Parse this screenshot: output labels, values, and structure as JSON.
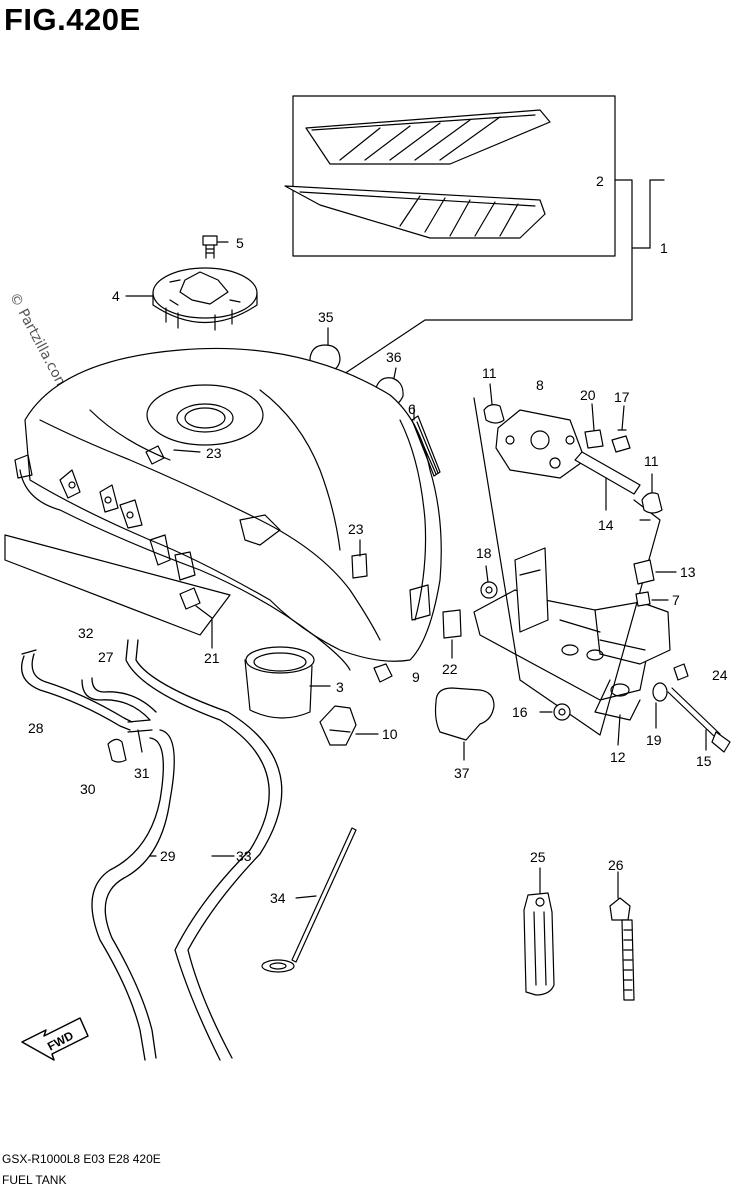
{
  "figure": {
    "title": "FIG.420E",
    "watermark": "© Partzilla.com",
    "model_code": "GSX-R1000L8  E03  E28  420E",
    "section_name": "FUEL TANK",
    "direction_badge": "FWD"
  },
  "callouts": {
    "c1": "1",
    "c2": "2",
    "c3": "3",
    "c4": "4",
    "c5": "5",
    "c6": "6",
    "c7": "7",
    "c8": "8",
    "c9": "9",
    "c10": "10",
    "c11a": "11",
    "c11b": "11",
    "c12": "12",
    "c13": "13",
    "c14": "14",
    "c15": "15",
    "c16": "16",
    "c17": "17",
    "c18": "18",
    "c19": "19",
    "c20": "20",
    "c21": "21",
    "c22": "22",
    "c23a": "23",
    "c23b": "23",
    "c24": "24",
    "c25": "25",
    "c26": "26",
    "c27": "27",
    "c28": "28",
    "c29": "29",
    "c30": "30",
    "c31": "31",
    "c32": "32",
    "c33": "33",
    "c34": "34",
    "c35": "35",
    "c36": "36",
    "c37": "37"
  }
}
